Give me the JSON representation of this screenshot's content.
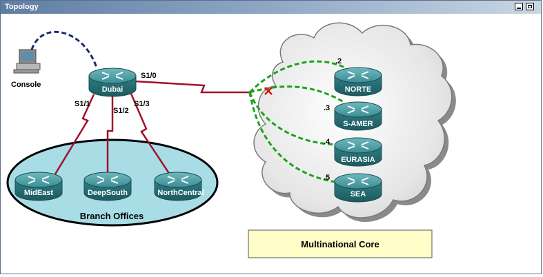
{
  "window": {
    "title": "Topology"
  },
  "routers": {
    "dubai": "Dubai",
    "mideast": "MidEast",
    "deepsouth": "DeepSouth",
    "northcentral": "NorthCentral",
    "norte": "NORTE",
    "samer": "S-AMER",
    "eurasia": "EURASIA",
    "sea": "SEA"
  },
  "devices": {
    "console": "Console"
  },
  "interfaces": {
    "s10": "S1/0",
    "s11": "S1/1",
    "s12": "S1/2",
    "s13": "S1/3"
  },
  "addresses": {
    "norte": ".2",
    "samer": ".3",
    "eurasia": ".4",
    "sea": ".5"
  },
  "groups": {
    "branch": "Branch Offices",
    "core": "Multinational Core"
  },
  "colors": {
    "serial_link": "#a0102a",
    "frame_relay_vc": "#1aa31a",
    "console_cable": "#1a2a6a",
    "branch_fill": "#a8dde6",
    "core_label_fill": "#fffdc8",
    "router_body": "#2f7f86"
  }
}
